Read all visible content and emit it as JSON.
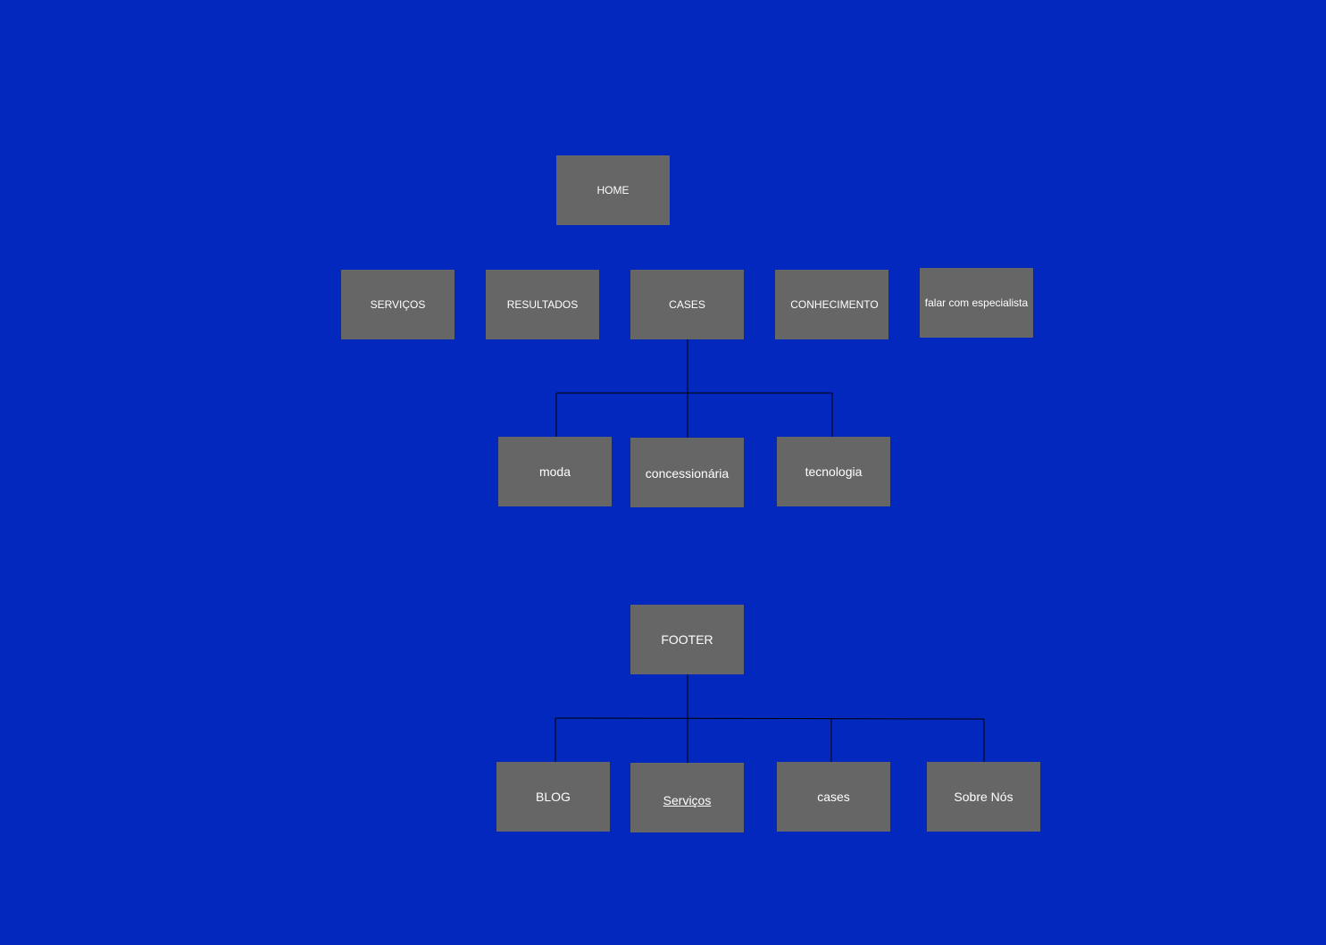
{
  "colors": {
    "background": "#0328BE",
    "node_fill": "#666666",
    "node_text": "#FFFFFF",
    "connector": "#000000"
  },
  "sitemap": {
    "home": "HOME",
    "menu": {
      "servicos": "SERVIÇOS",
      "resultados": "RESULTADOS",
      "cases": "CASES",
      "conhecimento": "CONHECIMENTO",
      "falar": "falar com especialista"
    },
    "cases_children": {
      "moda": "moda",
      "concessionaria": "concessionária",
      "tecnologia": "tecnologia"
    }
  },
  "footer": {
    "title": "FOOTER",
    "children": {
      "blog": "BLOG",
      "servicos": "Serviços",
      "cases": "cases",
      "sobre": "Sobre Nós"
    }
  }
}
